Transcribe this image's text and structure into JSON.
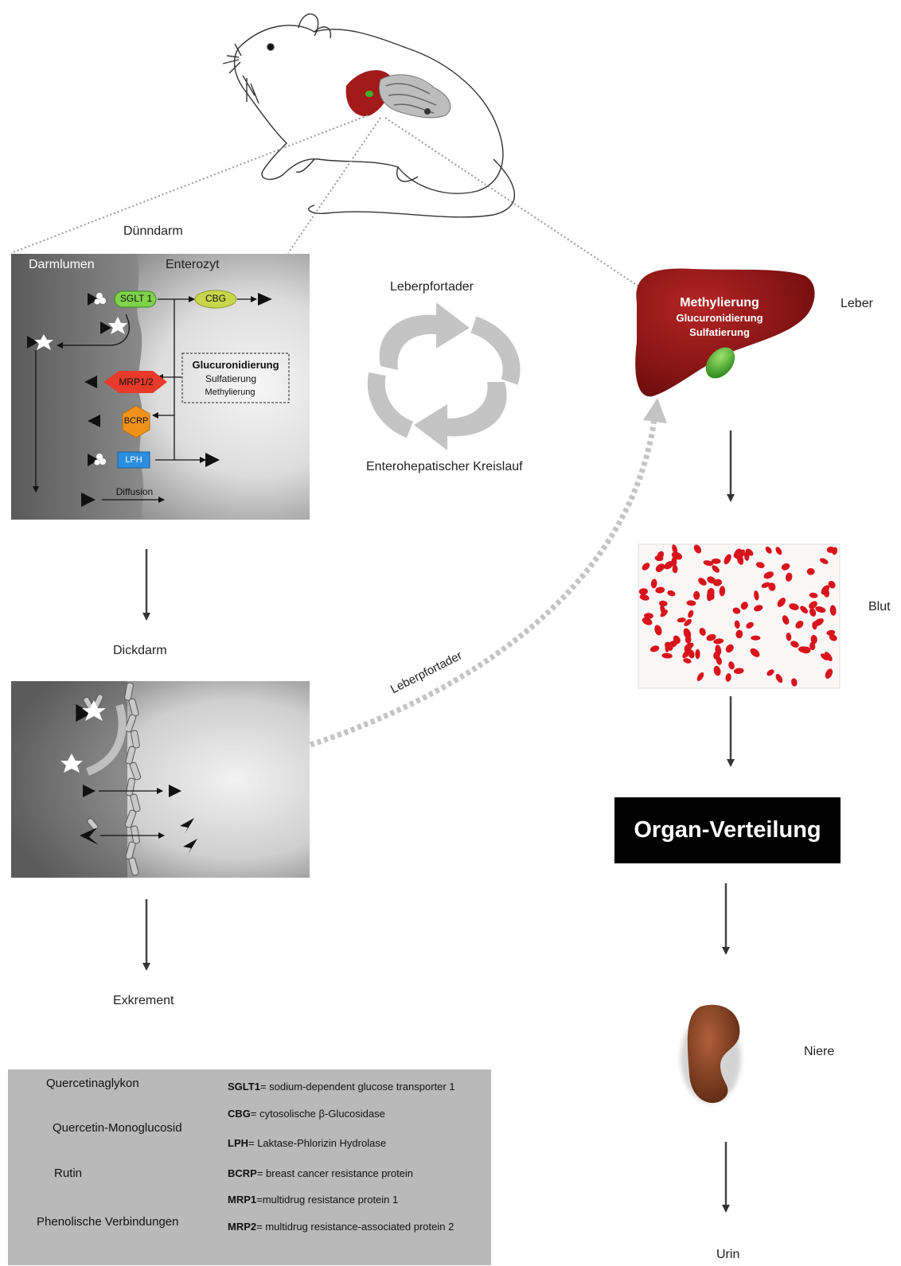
{
  "labels": {
    "duenndarm": "Dünndarm",
    "darmlumen": "Darmlumen",
    "enterozyt": "Enterozyt",
    "leberpfortader_top": "Leberpfortader",
    "enterohepatisch": "Enterohepatischer Kreislauf",
    "leber": "Leber",
    "blut": "Blut",
    "dickdarm": "Dickdarm",
    "leberpfortader_diag": "Leberpfortader",
    "exkrement": "Exkrement",
    "organ_verteilung": "Organ-Verteilung",
    "niere": "Niere",
    "urin": "Urin"
  },
  "liver": {
    "line1": "Methylierung",
    "line2": "Glucuronidierung",
    "line3": "Sulfatierung"
  },
  "small_intestine": {
    "sglt": "SGLT 1",
    "cbg": "CBG",
    "mrp": "MRP1/2",
    "bcrp": "BCRP",
    "lph": "LPH",
    "diffusion": "Diffusion",
    "box_title": "Glucuronidierung",
    "box_line2": "Sulfatierung",
    "box_line3": "Methylierung"
  },
  "legend": {
    "symbols": [
      {
        "label": "Quercetinaglykon",
        "icon": "triangle-icon"
      },
      {
        "label": "Quercetin-Monoglucosid",
        "icon": "triangle-cloud-icon"
      },
      {
        "label": "Rutin",
        "icon": "triangle-star-icon"
      },
      {
        "label": "Phenolische Verbindungen",
        "icon": "chevron-icon"
      }
    ],
    "definitions": [
      {
        "abbr": "SGLT1",
        "text": "= sodium-dependent glucose transporter 1"
      },
      {
        "abbr": "CBG",
        "text": "= cytosolische β-Glucosidase"
      },
      {
        "abbr": "LPH",
        "text": "= Laktase-Phlorizin Hydrolase"
      },
      {
        "abbr": "BCRP",
        "text": "= breast cancer resistance protein"
      },
      {
        "abbr": "MRP1",
        "text": "=multidrug resistance protein 1"
      },
      {
        "abbr": "MRP2",
        "text": "= multidrug resistance-associated protein 2"
      }
    ]
  },
  "colors": {
    "liver": "#8b1414",
    "blood_cell": "#d8141c",
    "sglt": "#7fd24a",
    "cbg": "#c9d64a",
    "mrp": "#e83a2a",
    "bcrp": "#f0921a",
    "lph": "#2a8fe0",
    "kidney": "#8a3f22"
  }
}
